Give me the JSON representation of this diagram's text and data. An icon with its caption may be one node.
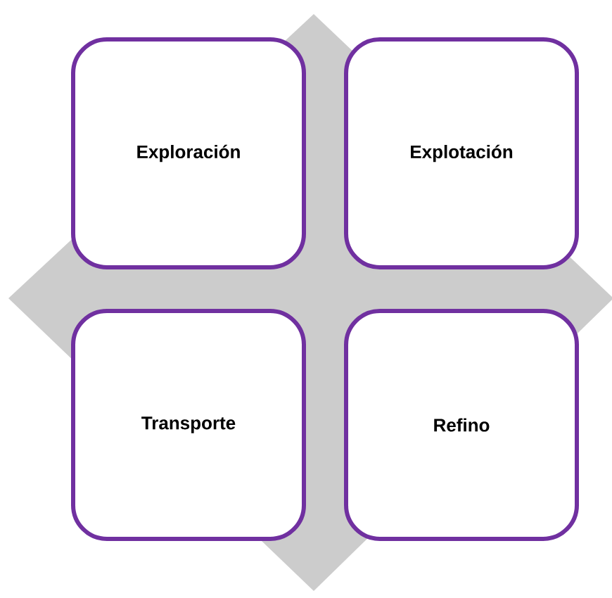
{
  "diagram": {
    "nodes": [
      {
        "text": [
          "Exploración"
        ]
      },
      {
        "text": [
          "Explotación"
        ]
      },
      {
        "text": [
          "Transporte"
        ]
      },
      {
        "text": [
          "Refino"
        ]
      }
    ]
  }
}
